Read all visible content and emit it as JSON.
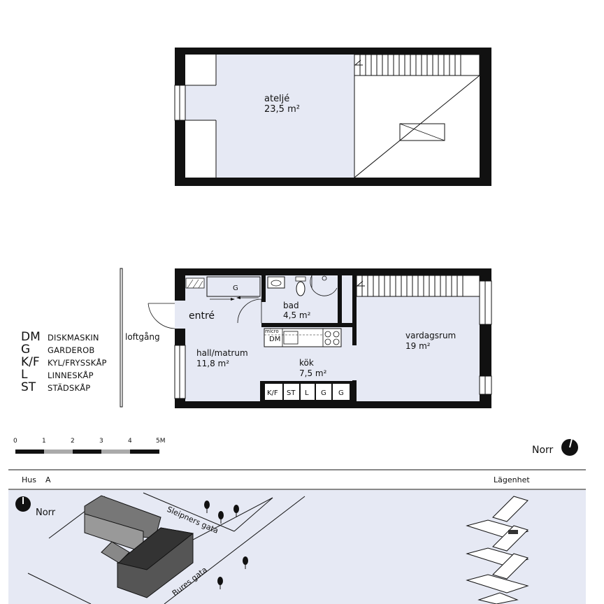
{
  "upper_floor": {
    "room_name": "ateljé",
    "room_area": "23,5 m²"
  },
  "lower_floor": {
    "rooms": {
      "entre": "entré",
      "bad_name": "bad",
      "bad_area": "4,5 m²",
      "hall_name": "hall/matrum",
      "hall_area": "11,8 m²",
      "kok_name": "kök",
      "kok_area": "7,5 m²",
      "vardagsrum_name": "vardagsrum",
      "vardagsrum_area": "19 m²"
    },
    "loftgang": "loftgång",
    "fixtures": {
      "garderob_top": "G",
      "micro": "micro",
      "dm": "DM",
      "kf": "K/F",
      "st": "ST",
      "l": "L",
      "g1": "G",
      "g2": "G"
    }
  },
  "legend": [
    {
      "code": "DM",
      "text": "DISKMASKIN"
    },
    {
      "code": "G",
      "text": "GARDEROB"
    },
    {
      "code": "K/F",
      "text": "KYL/FRYSSKÅP"
    },
    {
      "code": "L",
      "text": "LINNESKÅP"
    },
    {
      "code": "ST",
      "text": "STÄDSKÅP"
    }
  ],
  "scale": {
    "labels": [
      "0",
      "1",
      "2",
      "3",
      "4",
      "5M"
    ]
  },
  "compass_label": "Norr",
  "info_bar": {
    "hus_label": "Hus",
    "hus_value": "A",
    "lagenhet_label": "Lägenhet"
  },
  "site_map": {
    "compass_label": "Norr",
    "street_1": "Sleipners gata",
    "street_2": "Bures gata"
  },
  "colors": {
    "room_fill": "#e6e9f4",
    "wall": "#111111",
    "site_bg": "#e6e9f4"
  }
}
